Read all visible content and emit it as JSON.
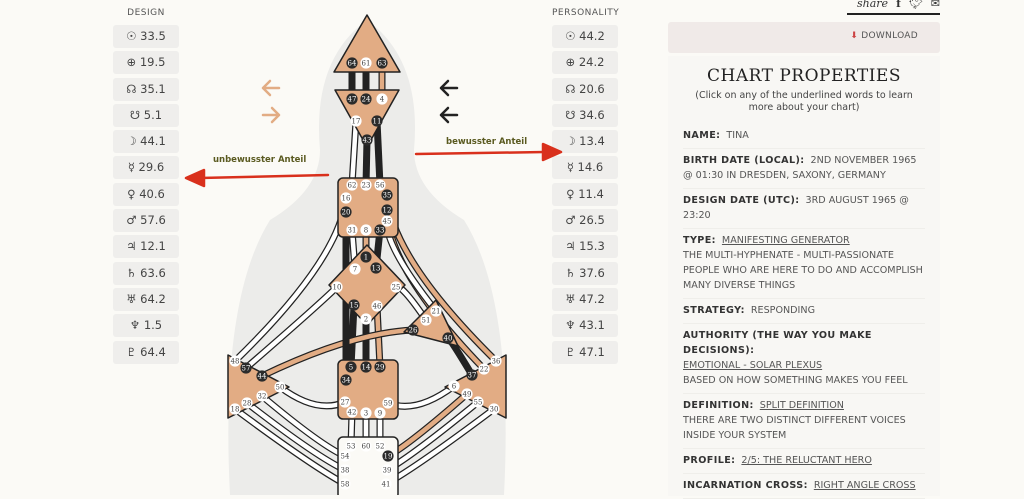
{
  "design": {
    "header": "DESIGN",
    "planets": [
      {
        "icon": "sun-icon",
        "glyph": "☉",
        "value": "33.5"
      },
      {
        "icon": "earth-icon",
        "glyph": "⊕",
        "value": "19.5"
      },
      {
        "icon": "north-node-icon",
        "glyph": "☊",
        "value": "35.1"
      },
      {
        "icon": "south-node-icon",
        "glyph": "☋",
        "value": "5.1"
      },
      {
        "icon": "moon-icon",
        "glyph": "☽",
        "value": "44.1"
      },
      {
        "icon": "mercury-icon",
        "glyph": "☿",
        "value": "29.6"
      },
      {
        "icon": "venus-icon",
        "glyph": "♀",
        "value": "40.6"
      },
      {
        "icon": "mars-icon",
        "glyph": "♂",
        "value": "57.6"
      },
      {
        "icon": "jupiter-icon",
        "glyph": "♃",
        "value": "12.1"
      },
      {
        "icon": "saturn-icon",
        "glyph": "♄",
        "value": "63.6"
      },
      {
        "icon": "uranus-icon",
        "glyph": "♅",
        "value": "64.2"
      },
      {
        "icon": "neptune-icon",
        "glyph": "♆",
        "value": "1.5"
      },
      {
        "icon": "pluto-icon",
        "glyph": "♇",
        "value": "64.4"
      }
    ]
  },
  "personality": {
    "header": "PERSONALITY",
    "planets": [
      {
        "icon": "sun-icon",
        "glyph": "☉",
        "value": "44.2"
      },
      {
        "icon": "earth-icon",
        "glyph": "⊕",
        "value": "24.2"
      },
      {
        "icon": "north-node-icon",
        "glyph": "☊",
        "value": "20.6"
      },
      {
        "icon": "south-node-icon",
        "glyph": "☋",
        "value": "34.6"
      },
      {
        "icon": "moon-icon",
        "glyph": "☽",
        "value": "13.4"
      },
      {
        "icon": "mercury-icon",
        "glyph": "☿",
        "value": "14.6"
      },
      {
        "icon": "venus-icon",
        "glyph": "♀",
        "value": "11.4"
      },
      {
        "icon": "mars-icon",
        "glyph": "♂",
        "value": "26.5"
      },
      {
        "icon": "jupiter-icon",
        "glyph": "♃",
        "value": "15.3"
      },
      {
        "icon": "saturn-icon",
        "glyph": "♄",
        "value": "37.6"
      },
      {
        "icon": "uranus-icon",
        "glyph": "♅",
        "value": "47.2"
      },
      {
        "icon": "neptune-icon",
        "glyph": "♆",
        "value": "43.1"
      },
      {
        "icon": "pluto-icon",
        "glyph": "♇",
        "value": "47.1"
      }
    ]
  },
  "annotations": {
    "unconscious": "unbewusster Anteil",
    "conscious": "bewusster Anteil"
  },
  "colors": {
    "design": "#e2ac84",
    "personality": "#2b2b2b",
    "arrow_red": "#d9301c",
    "center_fill": "#e2ac84"
  },
  "gates": [
    [
      "64",
      1
    ],
    [
      "61",
      0
    ],
    [
      "63",
      1
    ],
    [
      "47",
      1
    ],
    [
      "24",
      1
    ],
    [
      "4",
      0
    ],
    [
      "17",
      0
    ],
    [
      "11",
      1
    ],
    [
      "43",
      1
    ],
    [
      "62",
      0
    ],
    [
      "23",
      0
    ],
    [
      "56",
      0
    ],
    [
      "35",
      1
    ],
    [
      "16",
      0
    ],
    [
      "20",
      1
    ],
    [
      "12",
      1
    ],
    [
      "45",
      0
    ],
    [
      "31",
      0
    ],
    [
      "8",
      0
    ],
    [
      "33",
      1
    ],
    [
      "1",
      1
    ],
    [
      "13",
      1
    ],
    [
      "7",
      0
    ],
    [
      "10",
      0
    ],
    [
      "25",
      0
    ],
    [
      "15",
      1
    ],
    [
      "46",
      0
    ],
    [
      "2",
      0
    ],
    [
      "21",
      0
    ],
    [
      "51",
      0
    ],
    [
      "26",
      1
    ],
    [
      "40",
      1
    ],
    [
      "5",
      1
    ],
    [
      "14",
      1
    ],
    [
      "29",
      1
    ],
    [
      "34",
      1
    ],
    [
      "27",
      0
    ],
    [
      "59",
      0
    ],
    [
      "42",
      0
    ],
    [
      "3",
      0
    ],
    [
      "9",
      0
    ],
    [
      "48",
      0
    ],
    [
      "57",
      1
    ],
    [
      "44",
      1
    ],
    [
      "50",
      0
    ],
    [
      "32",
      0
    ],
    [
      "28",
      0
    ],
    [
      "18",
      0
    ],
    [
      "36",
      0
    ],
    [
      "22",
      0
    ],
    [
      "37",
      1
    ],
    [
      "6",
      0
    ],
    [
      "49",
      0
    ],
    [
      "55",
      0
    ],
    [
      "30",
      0
    ],
    [
      "53",
      0
    ],
    [
      "60",
      0
    ],
    [
      "52",
      0
    ],
    [
      "54",
      0
    ],
    [
      "19",
      1
    ],
    [
      "38",
      0
    ],
    [
      "39",
      0
    ],
    [
      "58",
      0
    ],
    [
      "41",
      0
    ]
  ],
  "share": {
    "label": "share"
  },
  "download": {
    "label": "DOWNLOAD"
  },
  "properties": {
    "title": "CHART PROPERTIES",
    "subtitle": "(Click on any of the underlined words to learn more about your chart)",
    "name_label": "NAME:",
    "name": "TINA",
    "birth_label": "BIRTH DATE (LOCAL):",
    "birth": "2ND NOVEMBER 1965 @ 01:30 IN DRESDEN, SAXONY, GERMANY",
    "design_label": "DESIGN DATE (UTC):",
    "design": "3RD AUGUST 1965 @ 23:20",
    "type_label": "TYPE:",
    "type": "MANIFESTING GENERATOR",
    "type_desc": "THE MULTI-HYPHENATE - MULTI-PASSIONATE PEOPLE WHO ARE HERE TO DO AND ACCOMPLISH MANY DIVERSE THINGS",
    "strategy_label": "STRATEGY:",
    "strategy": "RESPONDING",
    "authority_label": "AUTHORITY (THE WAY YOU MAKE DECISIONS):",
    "authority": "EMOTIONAL - SOLAR PLEXUS",
    "authority_desc": "BASED ON HOW SOMETHING MAKES YOU FEEL",
    "definition_label": "DEFINITION:",
    "definition": "SPLIT DEFINITION",
    "definition_desc": "THERE ARE TWO DISTINCT DIFFERENT VOICES INSIDE YOUR SYSTEM",
    "profile_label": "PROFILE:",
    "profile": "2/5: THE RELUCTANT HERO",
    "cross_label": "INCARNATION CROSS:",
    "cross": "RIGHT ANGLE CROSS"
  }
}
